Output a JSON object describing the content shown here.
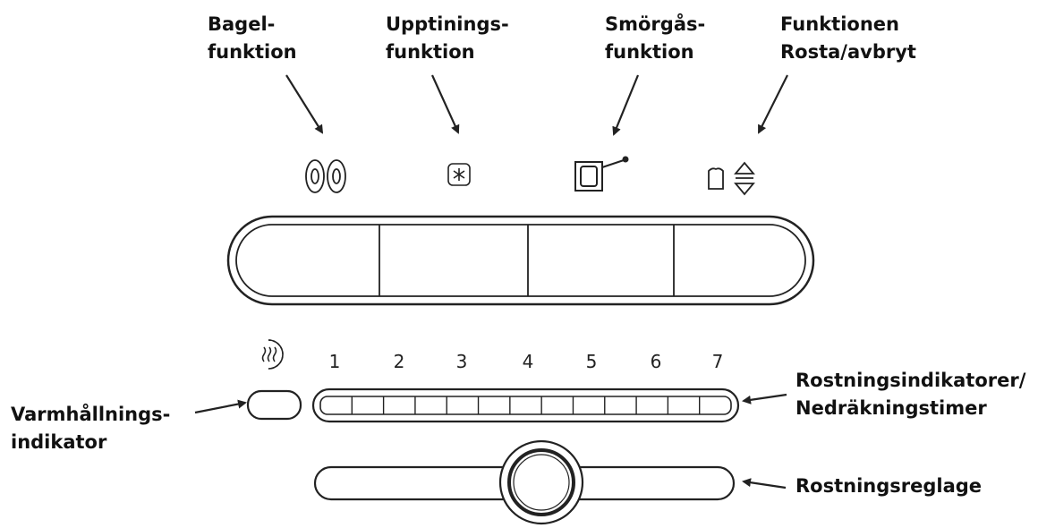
{
  "callouts": {
    "bagel": [
      "Bagel-",
      "funktion"
    ],
    "defrost": [
      "Upptinings-",
      "funktion"
    ],
    "sandwich": [
      "Smörgås-",
      "funktion"
    ],
    "toast_cancel": [
      "Funktionen",
      "Rosta/avbryt"
    ],
    "keep_warm": [
      "Varmhållnings-",
      "indikator"
    ],
    "indicators": [
      "Rostningsindikatorer/",
      "Nedräkningstimer"
    ],
    "slider": [
      "Rostningsreglage"
    ]
  },
  "shade_levels": [
    "1",
    "2",
    "3",
    "4",
    "5",
    "6",
    "7"
  ],
  "icons": {
    "bagel": "bagel-icon",
    "defrost": "defrost-snowflake-icon",
    "sandwich": "sandwich-icon",
    "toast_cancel": "toast-lever-up-down-icon",
    "keep_warm": "keep-warm-icon"
  },
  "indicator_segments": 13
}
